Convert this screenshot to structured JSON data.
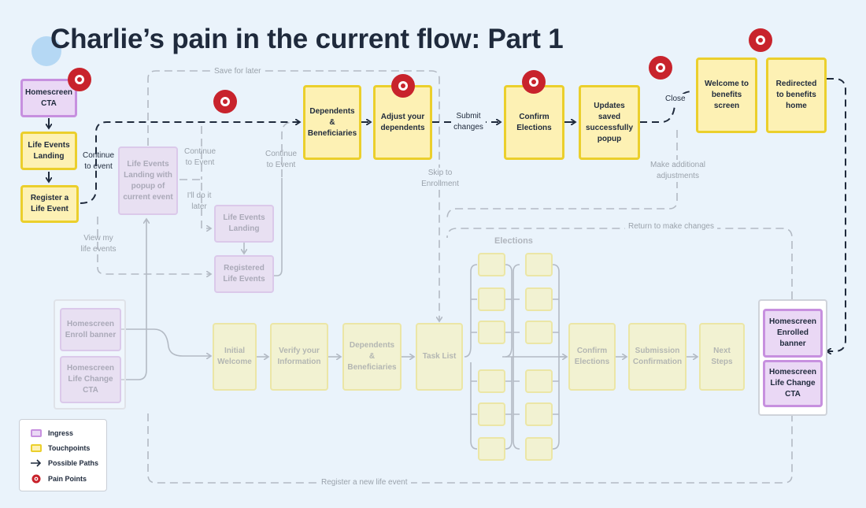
{
  "title": "Charlie’s pain in the current flow: Part 1",
  "colors": {
    "background": "#eaf3fb",
    "touchpoint_fill": "#fdf1b4",
    "touchpoint_border": "#ebcf2c",
    "ingress_fill": "#ead8f5",
    "ingress_border": "#c790df",
    "pain_point": "#c8232c",
    "path": "#1f2a3c",
    "faded_path": "#b3bac4"
  },
  "active_nodes": {
    "homescreen_cta": "Homescreen CTA",
    "life_events_landing": "Life Events Landing",
    "register_life_event": "Register a Life Event",
    "dependents_beneficiaries": "Dependents & Beneficiaries",
    "adjust_dependents": "Adjust your dependents",
    "confirm_elections": "Confirm Elections",
    "updates_saved": "Updates saved successfully popup",
    "welcome_benefits": "Welcome to benefits screen",
    "redirected_home": "Redirected to benefits home",
    "enrolled_banner": "Homescreen Enrolled banner",
    "life_change_cta": "Homescreen Life Change CTA"
  },
  "faded_nodes": {
    "landing_popup": "Life Events Landing with popup of current event",
    "life_events_landing_2": "Life Events Landing",
    "registered_events": "Registered Life Events",
    "enroll_banner": "Homescreen Enroll banner",
    "life_change_cta_left": "Homescreen Life Change CTA",
    "initial_welcome": "Initial Welcome",
    "verify_info": "Verify your Information",
    "dependents_beneficiaries_2": "Dependents & Beneficiaries",
    "task_list": "Task List",
    "confirm_elections_2": "Confirm Elections",
    "submission_confirmation": "Submission Confirmation",
    "next_steps": "Next Steps",
    "elections_title": "Elections"
  },
  "path_labels": {
    "continue_to_event": "Continue to event",
    "continue_to_event_2": "Continue to Event",
    "continue_to_event_3": "Continue to Event",
    "ill_do_it_later": "I'll do it later",
    "view_my_life_events": "View my life events",
    "save_for_later": "Save for later",
    "submit_changes": "Submit changes",
    "skip_to_enrollment": "Skip to Enrollment",
    "make_additional_adjustments": "Make additional adjustments",
    "close": "Close",
    "return_to_make_changes": "Return to make changes",
    "register_new_life_event": "Register a new life event"
  },
  "legend": {
    "ingress": "Ingress",
    "touchpoints": "Touchpoints",
    "possible_paths": "Possible Paths",
    "pain_points": "Pain Points"
  }
}
